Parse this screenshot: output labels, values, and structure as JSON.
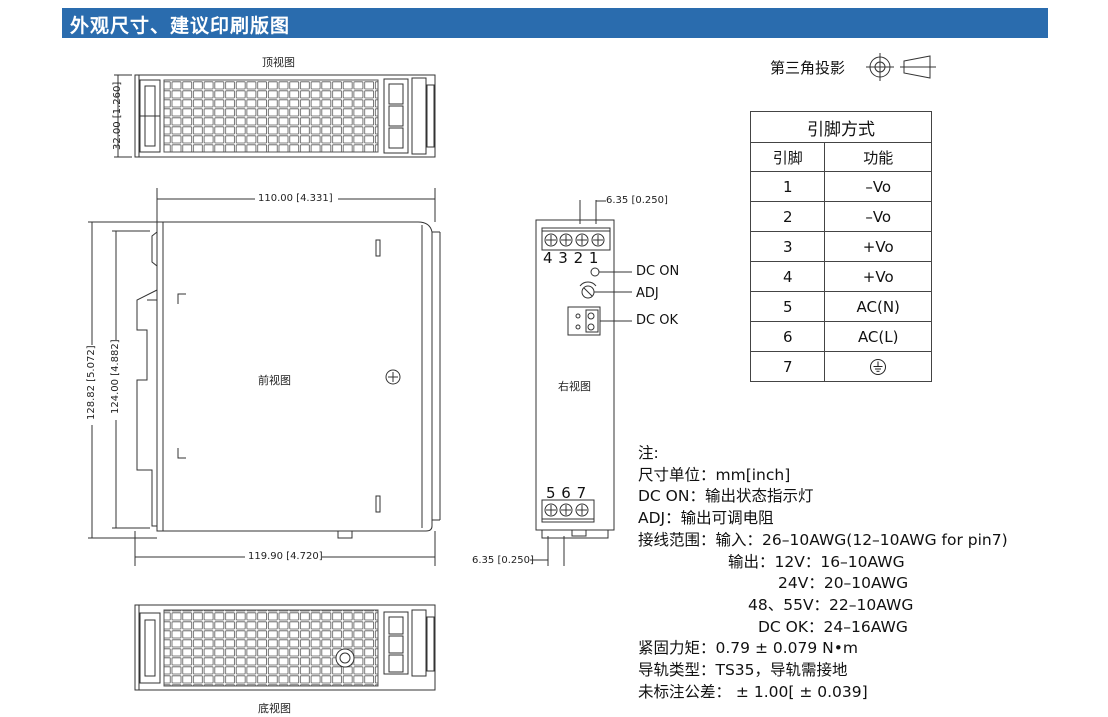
{
  "header": {
    "title": "外观尺寸、建议印刷版图"
  },
  "projection": {
    "label": "第三角投影"
  },
  "views": {
    "top": "顶视图",
    "front": "前视图",
    "right": "右视图",
    "bottom": "底视图"
  },
  "dimensions": {
    "width_top": "110.00 [4.331]",
    "width_bottom": "119.90 [4.720]",
    "height_outer": "128.82 [5.072]",
    "height_inner": "124.00 [4.882]",
    "depth_top": "32.00 [1.260]",
    "pitch_top": "6.35 [0.250]",
    "pitch_bottom": "6.35 [0.250]"
  },
  "terminals": {
    "top": "4 3 2 1",
    "bottom": "5 6 7"
  },
  "callouts": {
    "dc_on": "DC ON",
    "adj": "ADJ",
    "dc_ok": "DC OK"
  },
  "pin_table": {
    "caption": "引脚方式",
    "headers": [
      "引脚",
      "功能"
    ],
    "rows": [
      {
        "pin": "1",
        "func": "–Vo"
      },
      {
        "pin": "2",
        "func": "–Vo"
      },
      {
        "pin": "3",
        "func": "+Vo"
      },
      {
        "pin": "4",
        "func": "+Vo"
      },
      {
        "pin": "5",
        "func": "AC(N)"
      },
      {
        "pin": "6",
        "func": "AC(L)"
      },
      {
        "pin": "7",
        "func": "",
        "icon": "ground-icon"
      }
    ]
  },
  "notes": [
    "注:",
    "尺寸单位：mm[inch]",
    "DC ON：输出状态指示灯",
    "ADJ：输出可调电阻",
    "接线范围：输入：26–10AWG(12–10AWG for pin7)",
    "输出：12V：16–10AWG",
    "24V：20–10AWG",
    "48、55V：22–10AWG",
    "DC OK：24–16AWG",
    "紧固力矩：0.79 ± 0.079 N•m",
    "导轨类型：TS35，导轨需接地",
    "未标注公差： ± 1.00[ ± 0.039]"
  ],
  "colors": {
    "header_bg": "#2a6cae",
    "line": "#333333"
  }
}
